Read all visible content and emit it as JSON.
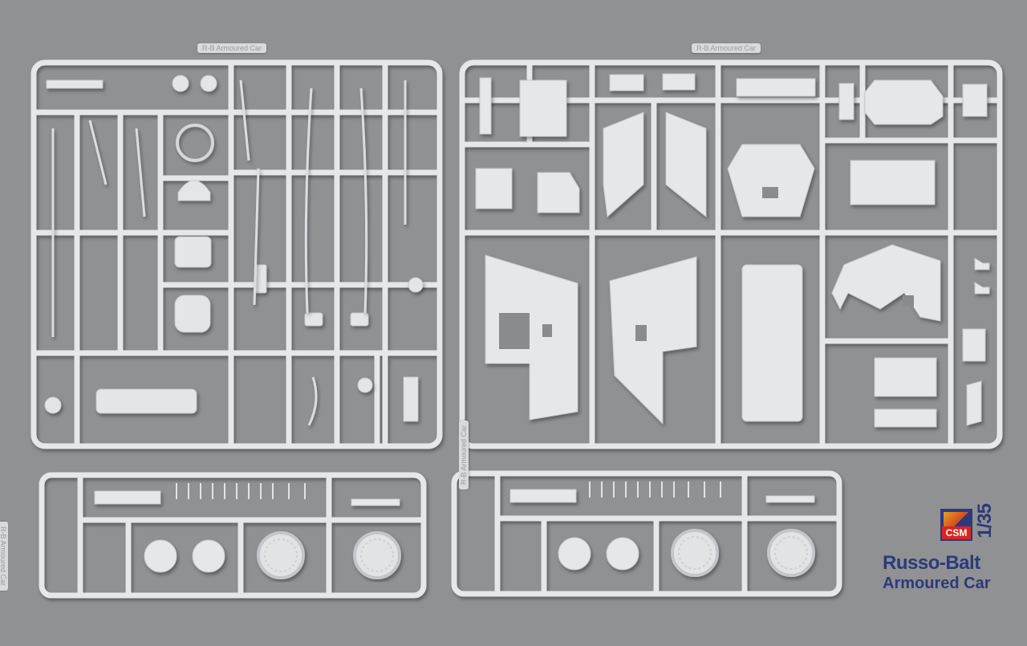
{
  "sprue_labels": {
    "a": "R-B Armoured Car",
    "b": "R-B Armoured Car",
    "c": "R-B Armoured Car",
    "c2": "R-B Armoured Car"
  },
  "brand": {
    "logo_text": "CSM",
    "scale": "1/35",
    "title": "Russo-Balt",
    "subtitle": "Armoured Car"
  },
  "colors": {
    "background": "#8f9193",
    "plastic": "#e4e5e6",
    "brand_blue": "#2c3a7a",
    "brand_red": "#d7261e"
  }
}
